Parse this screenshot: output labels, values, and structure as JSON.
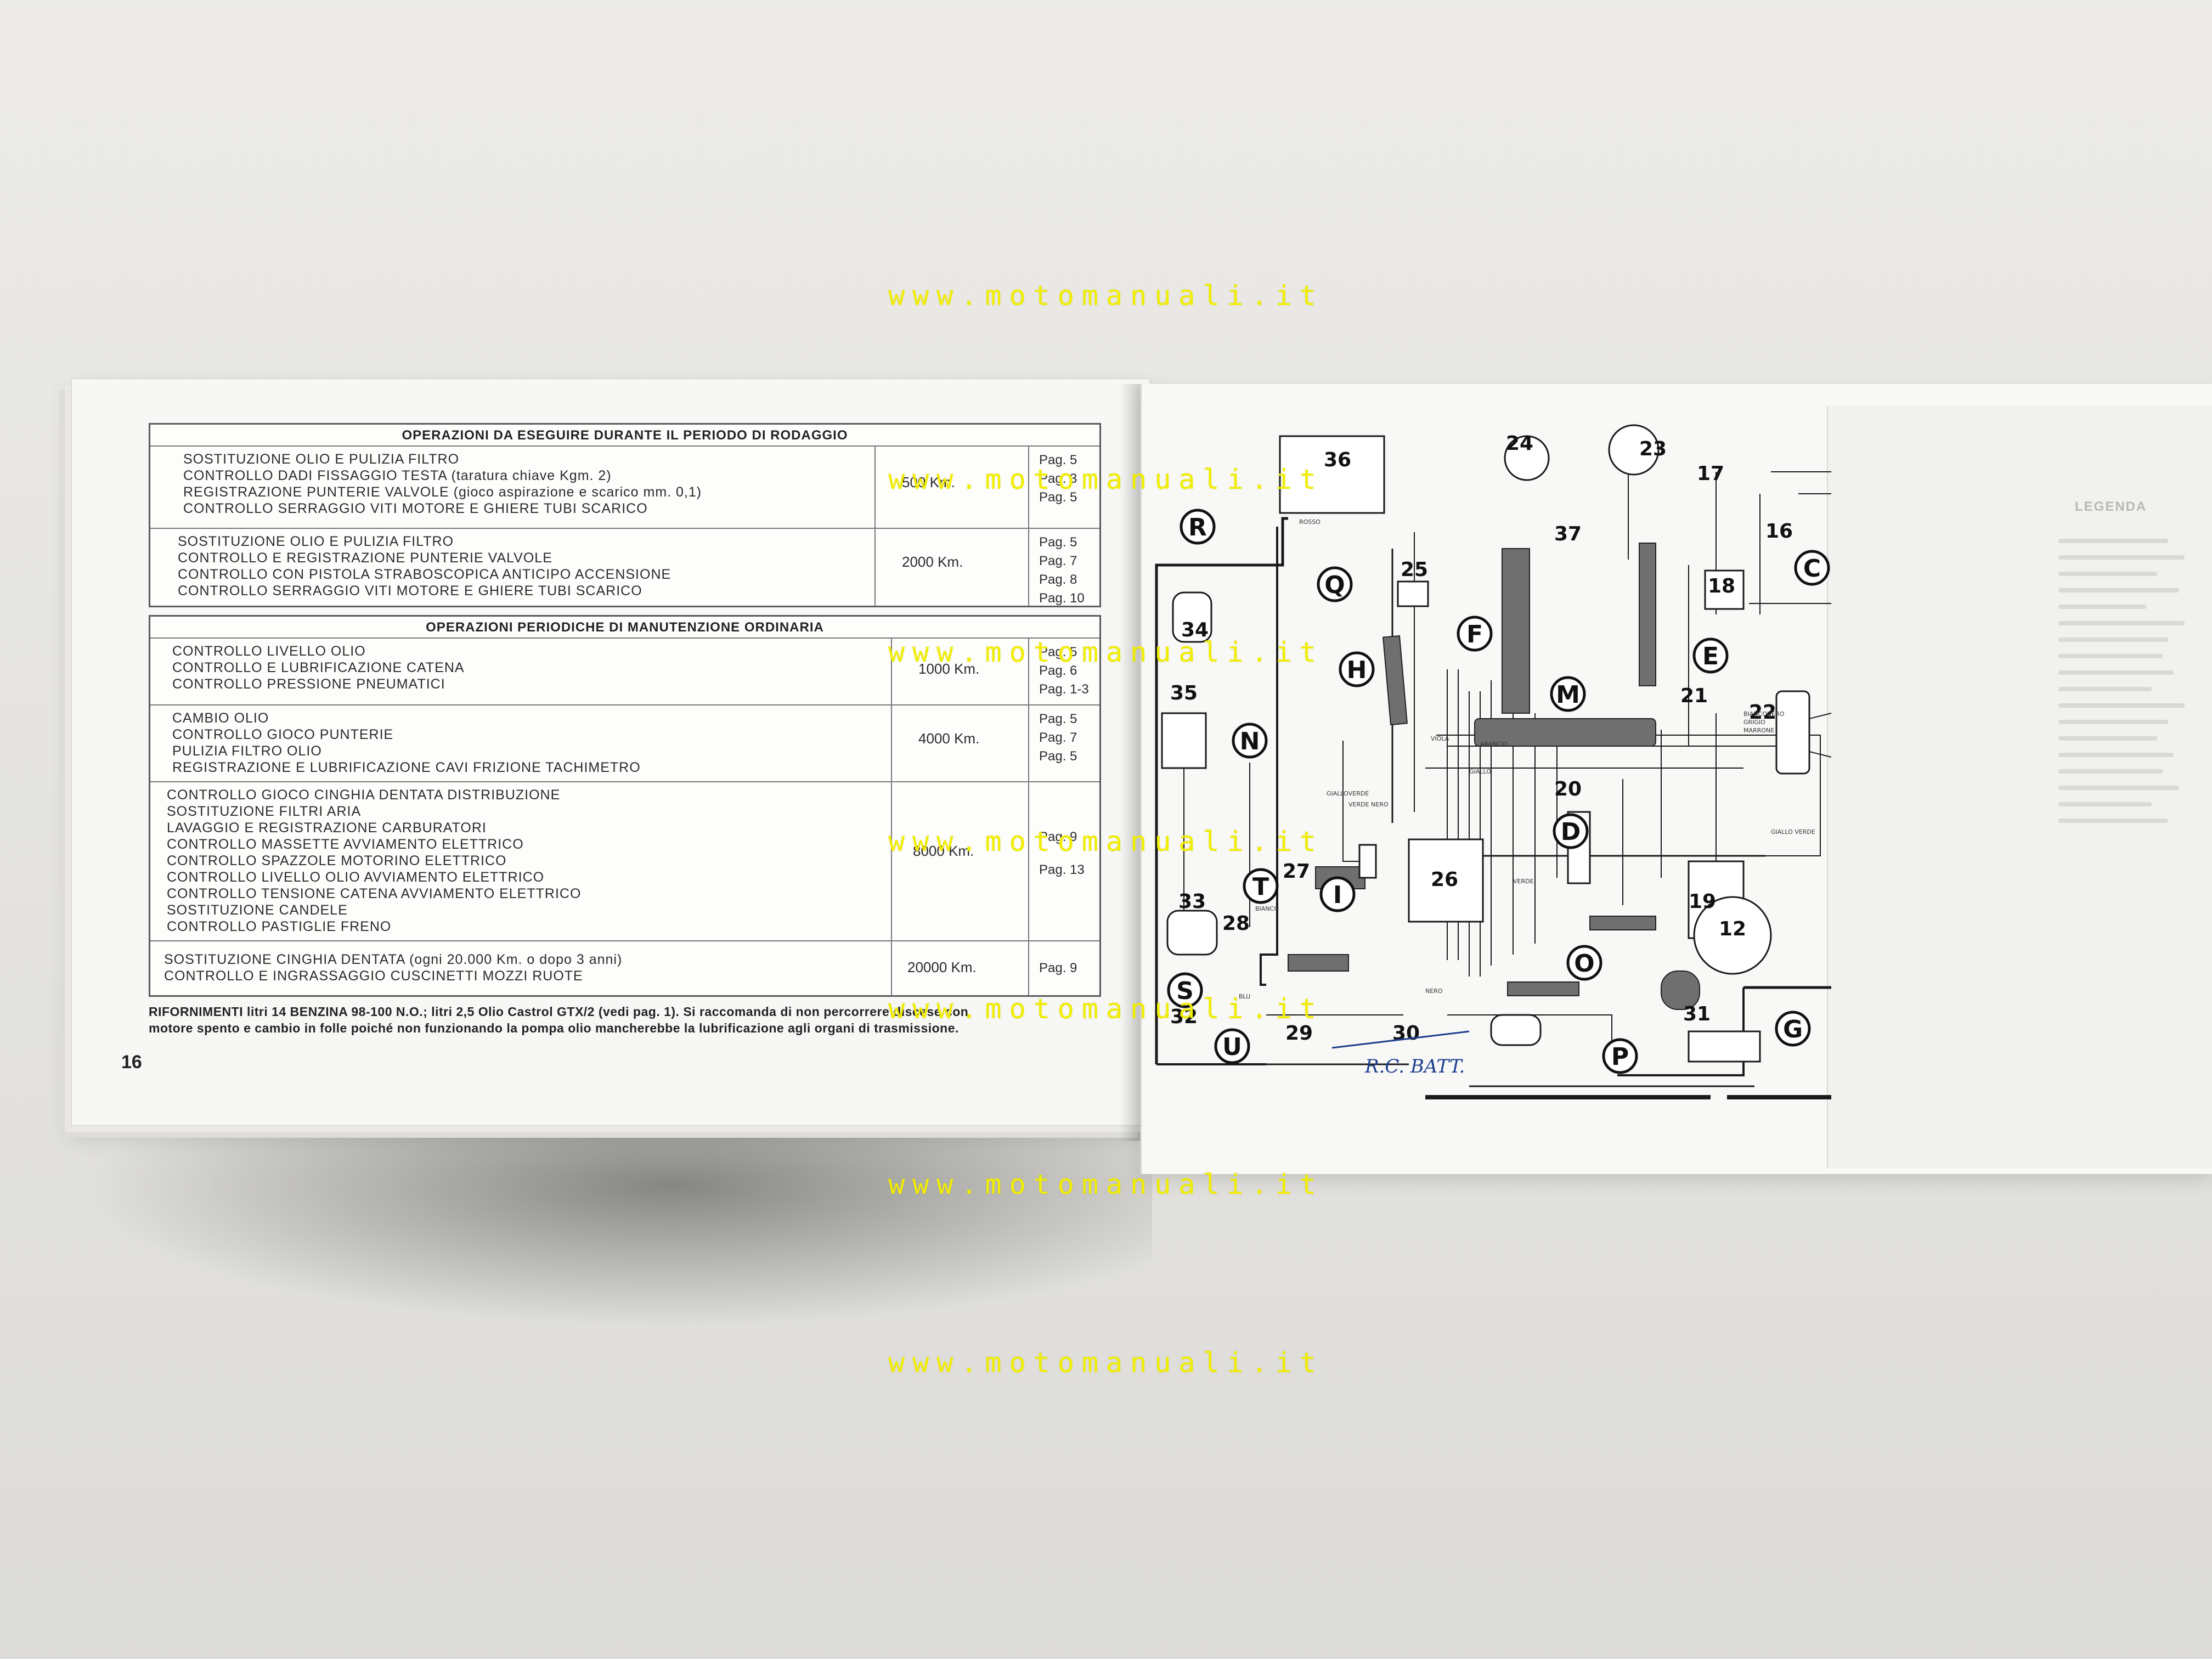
{
  "watermark": {
    "text": "www.motomanuali.it"
  },
  "left_page": {
    "page_number": "16",
    "section1": {
      "title": "OPERAZIONI DA ESEGUIRE DURANTE IL PERIODO DI RODAGGIO",
      "rows": [
        {
          "items": [
            "SOSTITUZIONE OLIO E PULIZIA FILTRO",
            "CONTROLLO DADI FISSAGGIO TESTA (taratura chiave Kgm. 2)",
            "REGISTRAZIONE PUNTERIE VALVOLE (gioco aspirazione e scarico mm. 0,1)",
            "CONTROLLO SERRAGGIO VITI MOTORE E GHIERE TUBI SCARICO"
          ],
          "km": "500 Km.",
          "pags": [
            "Pag. 5",
            "Pag. 3",
            "Pag. 5"
          ]
        },
        {
          "items": [
            "SOSTITUZIONE OLIO E PULIZIA FILTRO",
            "CONTROLLO E REGISTRAZIONE PUNTERIE VALVOLE",
            "CONTROLLO CON PISTOLA STRABOSCOPICA ANTICIPO ACCENSIONE",
            "CONTROLLO SERRAGGIO VITI MOTORE E GHIERE TUBI SCARICO"
          ],
          "km": "2000 Km.",
          "pags": [
            "Pag. 5",
            "Pag. 7",
            "Pag. 8",
            "Pag. 10"
          ]
        }
      ]
    },
    "section2": {
      "title": "OPERAZIONI PERIODICHE DI MANUTENZIONE ORDINARIA",
      "rows": [
        {
          "items": [
            "CONTROLLO LIVELLO OLIO",
            "CONTROLLO E LUBRIFICAZIONE CATENA",
            "CONTROLLO PRESSIONE PNEUMATICI"
          ],
          "km": "1000 Km.",
          "pags": [
            "Pag. 5",
            "Pag. 6",
            "Pag. 1-3"
          ]
        },
        {
          "items": [
            "CAMBIO OLIO",
            "CONTROLLO GIOCO PUNTERIE",
            "PULIZIA FILTRO OLIO",
            "REGISTRAZIONE E LUBRIFICAZIONE CAVI FRIZIONE TACHIMETRO"
          ],
          "km": "4000 Km.",
          "pags": [
            "Pag. 5",
            "Pag. 7",
            "Pag. 5"
          ]
        },
        {
          "items": [
            "CONTROLLO GIOCO CINGHIA DENTATA DISTRIBUZIONE",
            "SOSTITUZIONE FILTRI ARIA",
            "LAVAGGIO E REGISTRAZIONE CARBURATORI",
            "CONTROLLO MASSETTE AVVIAMENTO ELETTRICO",
            "CONTROLLO SPAZZOLE MOTORINO ELETTRICO",
            "CONTROLLO LIVELLO OLIO AVVIAMENTO ELETTRICO",
            "CONTROLLO TENSIONE CATENA AVVIAMENTO ELETTRICO",
            "SOSTITUZIONE CANDELE",
            "CONTROLLO PASTIGLIE FRENO"
          ],
          "km": "8000 Km.",
          "pags": [
            "Pag. 9",
            "Pag. 13"
          ]
        },
        {
          "items": [
            "SOSTITUZIONE CINGHIA DENTATA (ogni 20.000 Km. o dopo 3 anni)",
            "CONTROLLO E INGRASSAGGIO CUSCINETTI MOZZI RUOTE"
          ],
          "km": "20000 Km.",
          "pags": [
            "Pag. 9"
          ]
        }
      ]
    },
    "footnote": [
      "RIFORNIMENTI litri 14 BENZINA 98-100 N.O.; litri 2,5 Olio Castrol GTX/2 (vedi pag. 1). Si raccomanda di non percorrere discese con",
      "motore spento e cambio in folle poiché non funzionando la pompa olio mancherebbe la lubrificazione agli organi di trasmissione."
    ]
  },
  "diagram": {
    "handwritten_note": "R.C. BATT.",
    "letters": [
      "R",
      "Q",
      "H",
      "F",
      "M",
      "E",
      "N",
      "D",
      "I",
      "T",
      "S",
      "U",
      "O",
      "P",
      "G",
      "C"
    ],
    "numbers": [
      "36",
      "24",
      "23",
      "17",
      "16",
      "37",
      "25",
      "18",
      "34",
      "21",
      "22",
      "35",
      "20",
      "27",
      "26",
      "19",
      "33",
      "28",
      "12",
      "32",
      "29",
      "30",
      "31"
    ],
    "wire_labels": [
      "ROSSO",
      "BLU",
      "VERDE",
      "NERO",
      "VIOLA",
      "GIALLO",
      "ARANCIO",
      "GRIGIO",
      "MARRONE",
      "BIANCO",
      "GIALLOVERDE",
      "BIANCONERO",
      "VERDE NERO",
      "GIALLO VERDE"
    ]
  },
  "legend": {
    "title": "LEGENDA"
  },
  "colors": {
    "watermark": "#f2ee00",
    "ink": "#222222",
    "page": "#f7f7f5",
    "background": "#e6e5e1"
  }
}
